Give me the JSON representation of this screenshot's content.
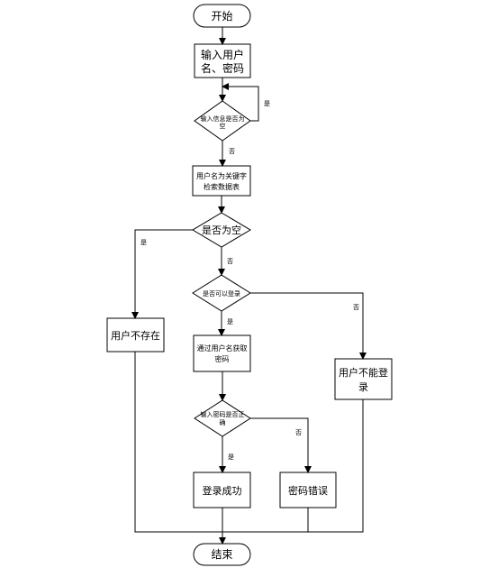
{
  "flowchart": {
    "start": "开始",
    "input_line1": "输入用户",
    "input_line2": "名、密码",
    "check_empty_line1": "输入信息是否为",
    "check_empty_line2": "空",
    "search_line1": "用户名为关键字",
    "search_line2": "检索数据表",
    "is_empty": "是否为空",
    "can_login": "是否可以登录",
    "user_not_exist": "用户不存在",
    "get_pwd_line1": "通过用户名获取",
    "get_pwd_line2": "密码",
    "cannot_login_line1": "用户不能登",
    "cannot_login_line2": "录",
    "pwd_correct_line1": "输入密码是否正",
    "pwd_correct_line2": "确",
    "login_success": "登录成功",
    "pwd_error": "密码错误",
    "end": "结束",
    "yes": "是",
    "no": "否"
  }
}
